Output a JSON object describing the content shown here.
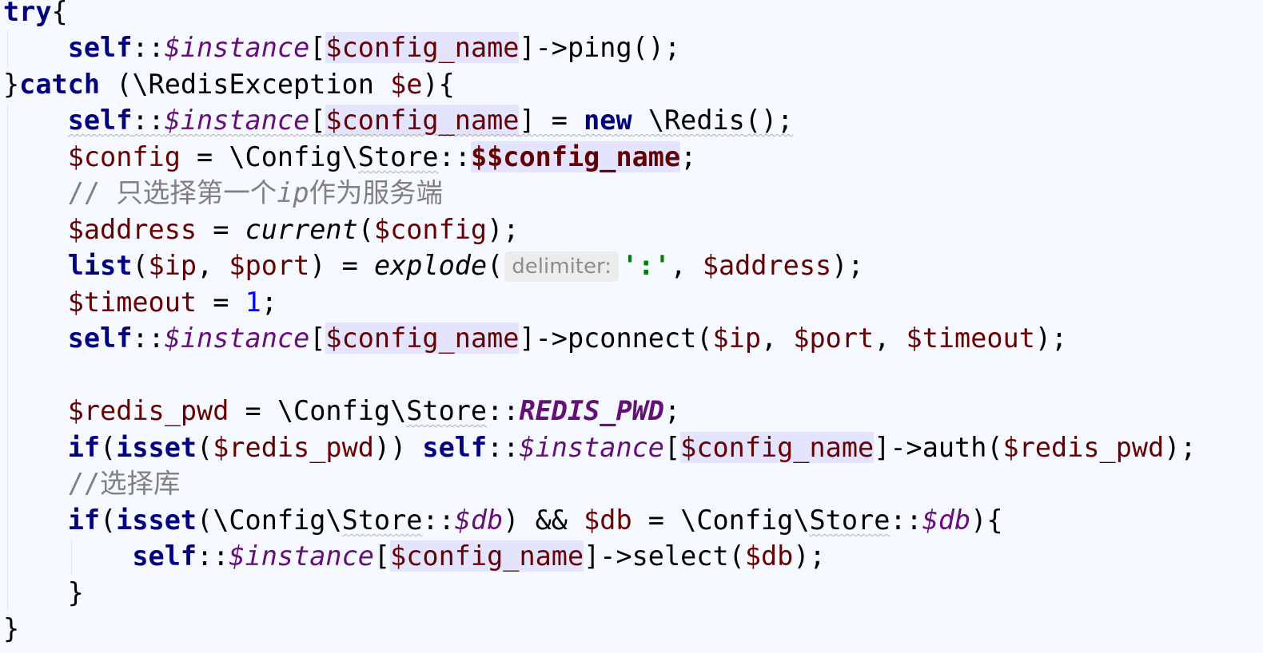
{
  "code": {
    "kw_try": "try",
    "kw_catch": "catch",
    "kw_self": "self",
    "kw_new": "new",
    "kw_list": "list",
    "kw_if": "if",
    "kw_isset": "isset",
    "field_instance": "$instance",
    "field_db": "$db",
    "var_config_name": "$config_name",
    "var_config_name_dyn": "$$config_name",
    "var_e": "$e",
    "var_config": "$config",
    "var_address": "$address",
    "var_ip": "$ip",
    "var_port": "$port",
    "var_timeout": "$timeout",
    "var_redis_pwd": "$redis_pwd",
    "var_db": "$db",
    "cls_redis_exception": "\\RedisException",
    "cls_redis": "\\Redis",
    "cls_config_store_prefix": "\\Config\\",
    "cls_store": "Store",
    "fn_current": "current",
    "fn_explode": "explode",
    "hint_delimiter": "delimiter:",
    "str_colon": "':'",
    "num_one": "1",
    "const_redis_pwd": "REDIS_PWD",
    "comment_1_prefix": "// 只选择第一个",
    "comment_1_ip": "ip",
    "comment_1_suffix": "作为服务端",
    "comment_2": "//选择库",
    "m_ping": "->ping();",
    "m_pconnect": "->pconnect(",
    "m_auth": "->auth(",
    "m_select": "->select("
  }
}
